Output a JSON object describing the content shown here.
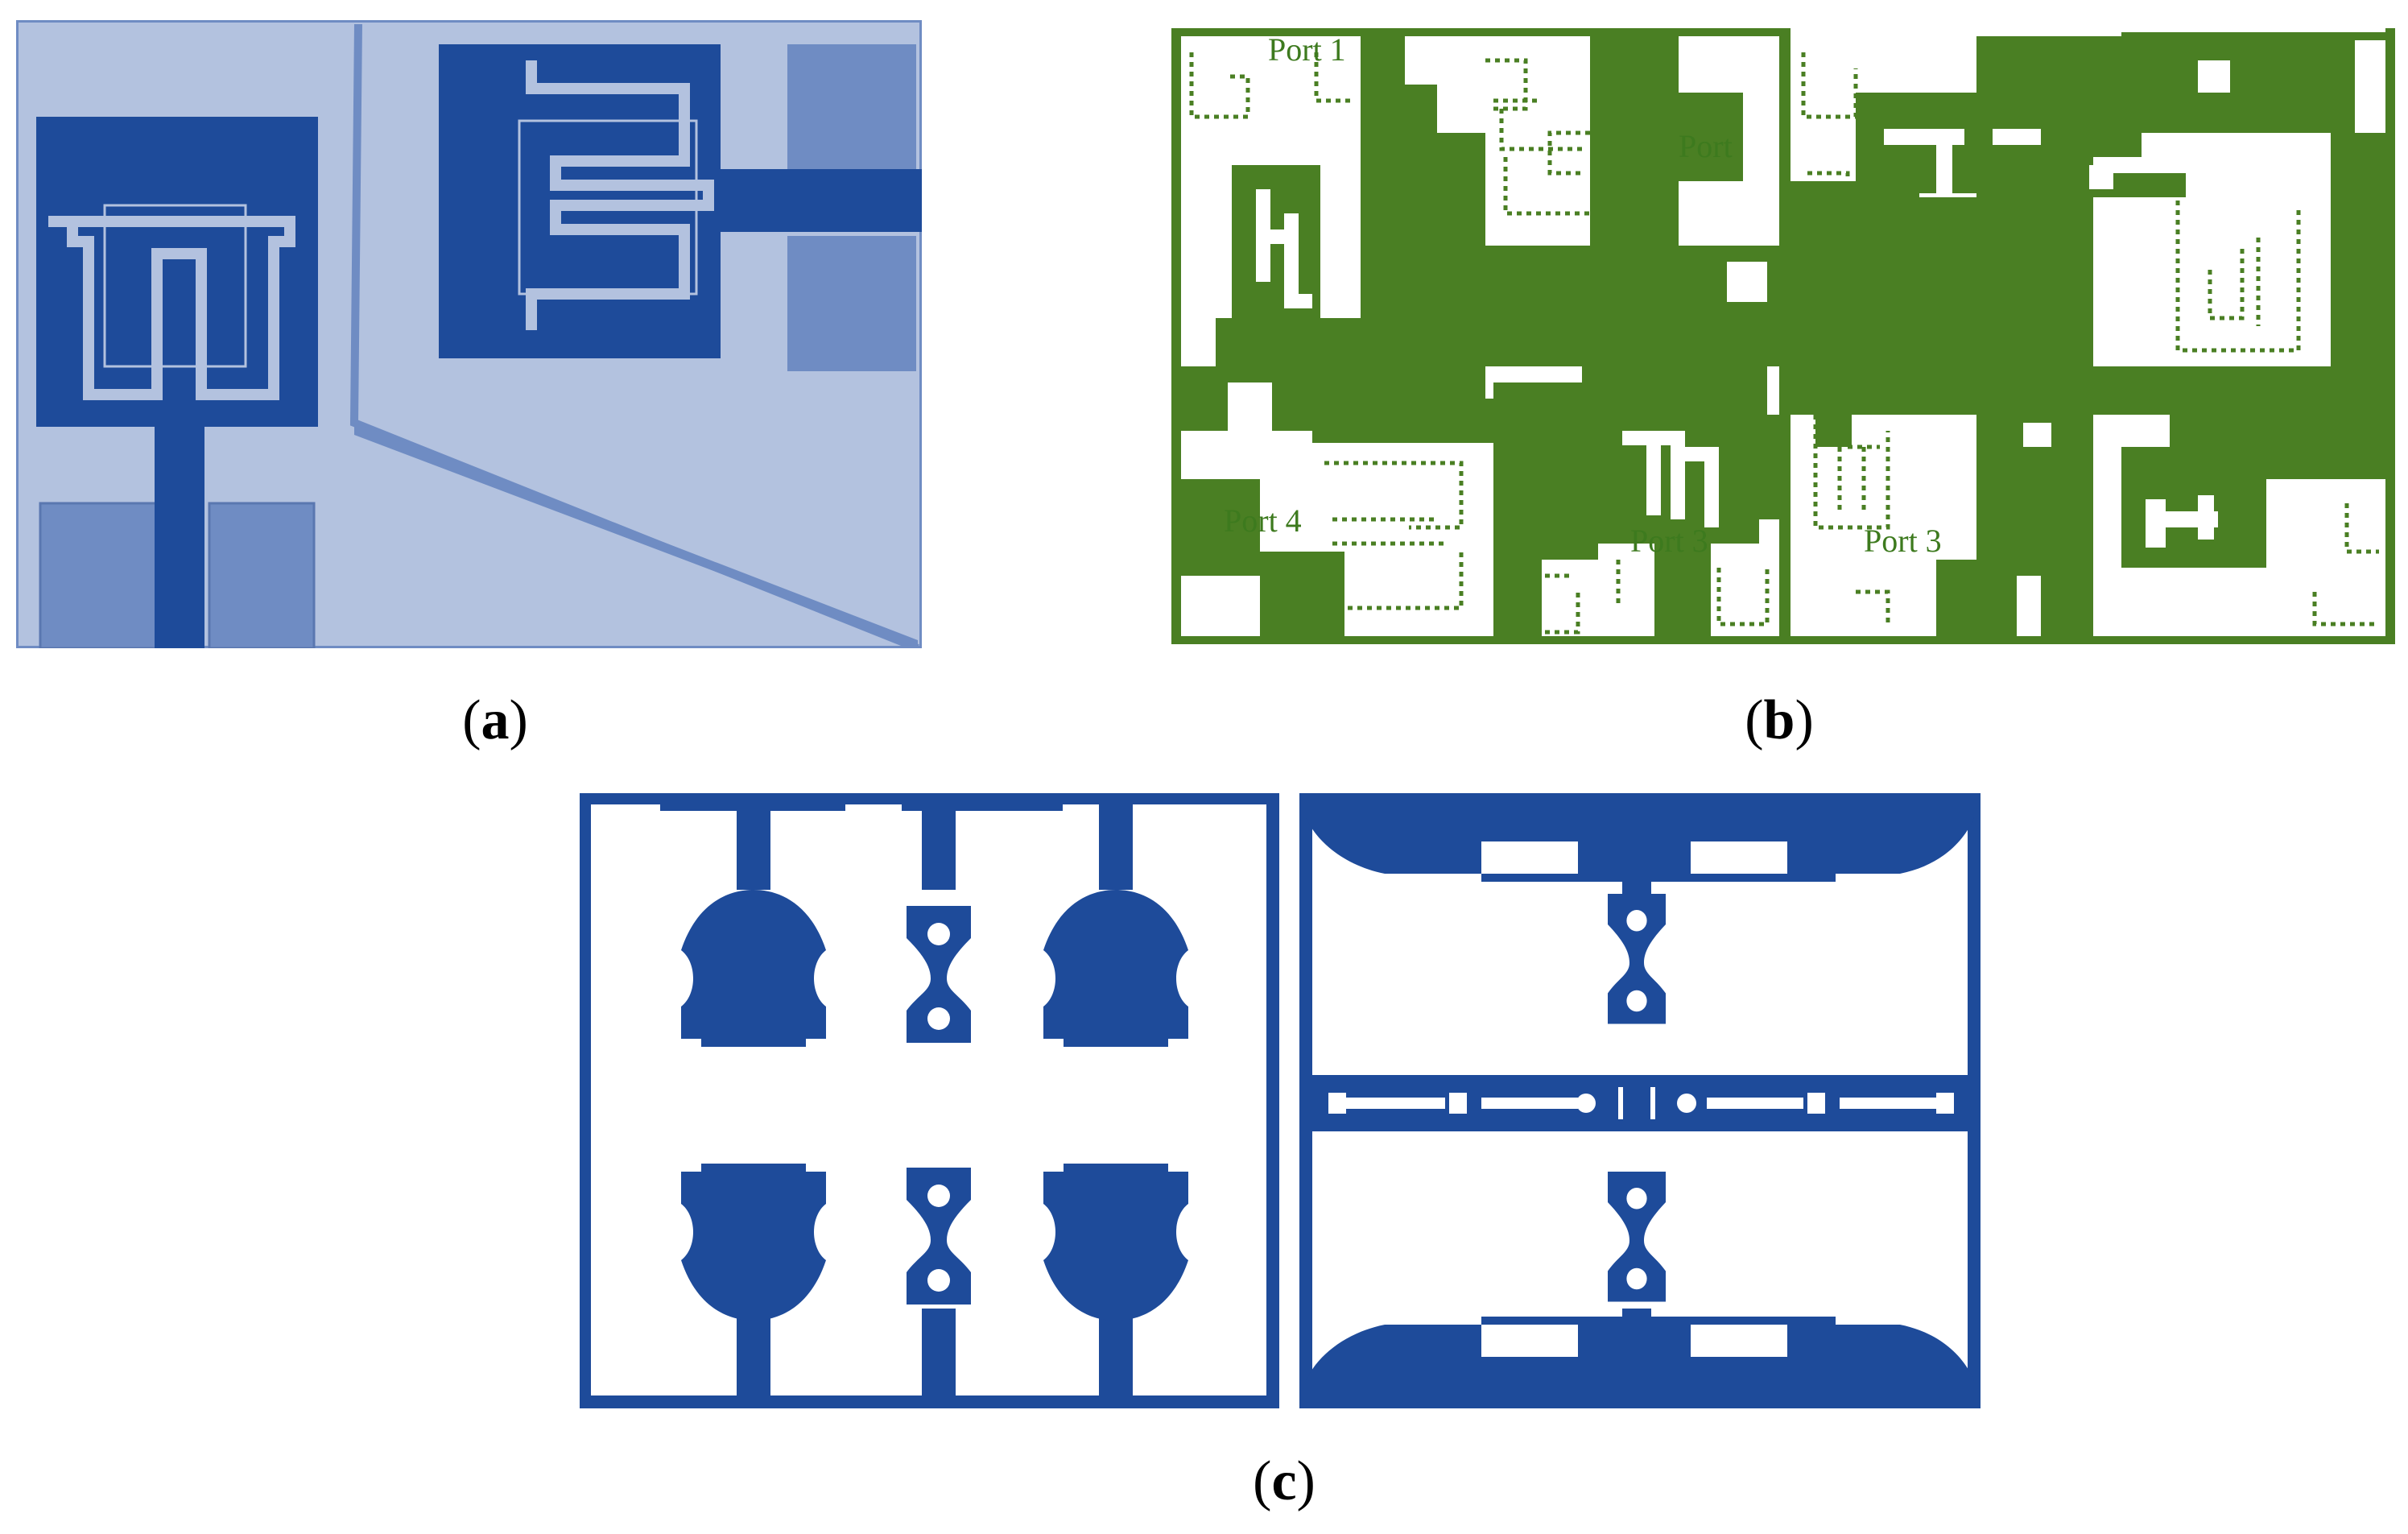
{
  "figure": {
    "colors": {
      "blue_dark": "#1e4b9a",
      "blue_light": "#b3c2df",
      "blue_mid": "#6f8cc3",
      "green": "#4a7f23",
      "white": "#ffffff"
    }
  },
  "panel_a": {
    "caption_letter": "a"
  },
  "panel_b": {
    "caption_letter": "b",
    "port_labels": [
      "Port 1",
      "Port",
      "Port 4",
      "Port 3",
      "Port 3"
    ]
  },
  "panel_c": {
    "caption_letter": "c"
  }
}
